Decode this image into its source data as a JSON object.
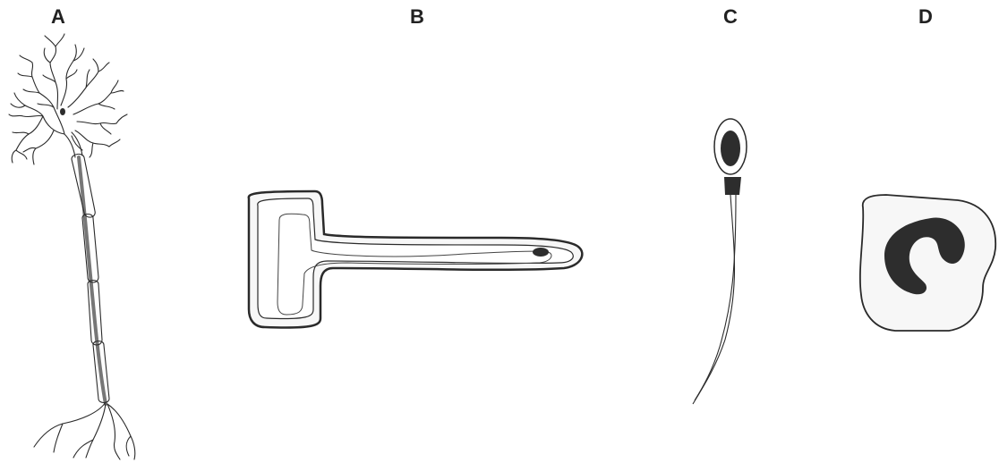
{
  "labels": {
    "a": "A",
    "b": "B",
    "c": "C",
    "d": "D"
  },
  "colors": {
    "stroke": "#2a2a2a",
    "nucleus": "#2d2d2d",
    "axon_core": "#777777",
    "cell_fill": "#f7f7f7",
    "background": "#ffffff"
  }
}
